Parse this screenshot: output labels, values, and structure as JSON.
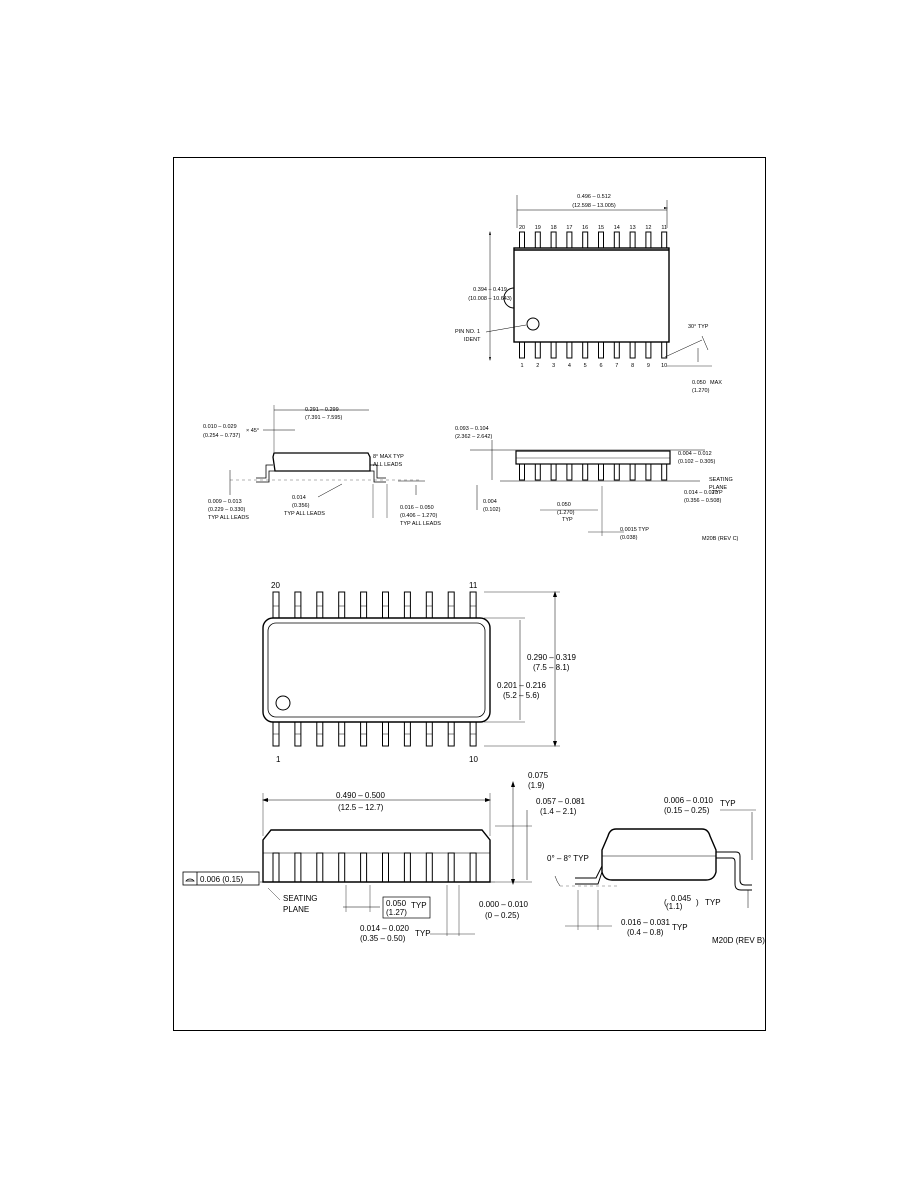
{
  "top_view_1": {
    "dim_length": "0.496 – 0.512",
    "dim_length_mm": "(12.598 – 13.005)",
    "top_pins": [
      "20",
      "19",
      "18",
      "17",
      "16",
      "15",
      "14",
      "13",
      "12",
      "11"
    ],
    "bottom_pins": [
      "1",
      "2",
      "3",
      "4",
      "5",
      "6",
      "7",
      "8",
      "9",
      "10"
    ],
    "dim_width": "0.394 – 0.419",
    "dim_width_mm": "(10.008 – 10.643)",
    "pin1_ident": "PIN NO. 1",
    "pin1_ident_2": "IDENT",
    "angle": "30° TYP",
    "pin_tip": "0.050",
    "pin_tip_mm": "(1.270)",
    "pin_tip_suffix": "MAX"
  },
  "side_view_1": {
    "dim_body": "0.291 – 0.299",
    "dim_body_mm": "(7.391 – 7.595)",
    "chamfer": "0.010 – 0.029",
    "chamfer_mm": "(0.254 – 0.737)",
    "chamfer_suffix": "× 45°",
    "lead_angle": "8° MAX TYP",
    "lead_angle_2": "ALL LEADS",
    "lead_thick": "0.009 – 0.013",
    "lead_thick_mm": "(0.229 – 0.330)",
    "lead_thick_suffix": "TYP ALL LEADS",
    "foot_ref": "0.014",
    "foot_ref_mm": "(0.356)",
    "foot_ref_suffix": "TYP ALL LEADS",
    "foot_len": "0.016 – 0.050",
    "foot_len_mm": "(0.406 – 1.270)",
    "foot_len_suffix": "TYP ALL LEADS"
  },
  "end_view_1": {
    "height": "0.093 – 0.104",
    "height_mm": "(2.362 – 2.642)",
    "standoff": "0.004 – 0.012",
    "standoff_mm": "(0.102 – 0.305)",
    "seating": "SEATING",
    "seating_2": "PLANE",
    "pitch": "0.050",
    "pitch_mm": "(1.270)",
    "pitch_suffix": "TYP",
    "lead_w": "0.014 – 0.020",
    "lead_w_mm": "(0.356 – 0.508)",
    "lead_w_suffix": "TYP",
    "base": "0.004",
    "base_mm": "(0.102)",
    "flat": "0.0015 TYP",
    "flat_mm": "(0.038)",
    "dwg_code": "M20B (REV C)"
  },
  "top_view_2": {
    "pin_top_left": "20",
    "pin_top_right": "11",
    "pin_bottom_left": "1",
    "pin_bottom_right": "10",
    "dim_width": "0.290 – 0.319",
    "dim_width_mm": "(7.5 – 8.1)",
    "dim_body": "0.201 – 0.216",
    "dim_body_mm": "(5.2 – 5.6)"
  },
  "side_view_2": {
    "dim_length": "0.490 – 0.500",
    "dim_length_mm": "(12.5 – 12.7)",
    "height": "0.075",
    "height_mm": "(1.9)",
    "body_h": "0.057 – 0.081",
    "body_h_mm": "(1.4 – 2.1)",
    "flatness": "0.006 (0.15)",
    "seating": "SEATING",
    "seating_2": "PLANE",
    "pitch": "0.050",
    "pitch_suffix": "TYP",
    "pitch_mm": "(1.27)",
    "lead_w": "0.014 – 0.020",
    "lead_w_suffix": "TYP",
    "lead_w_mm": "(0.35 – 0.50)",
    "standoff": "0.000 – 0.010",
    "standoff_mm": "(0 – 0.25)"
  },
  "end_view_2": {
    "thick": "0.006 – 0.010",
    "thick_suffix": "TYP",
    "thick_mm": "(0.15 – 0.25)",
    "angle": "0° – 8° TYP",
    "ref": "0.045",
    "ref_mm": "(1.1)",
    "ref_suffix": "TYP",
    "foot": "0.016 – 0.031",
    "foot_mm": "(0.4 – 0.8)",
    "foot_suffix": "TYP",
    "dwg_code": "M20D (REV B)"
  }
}
